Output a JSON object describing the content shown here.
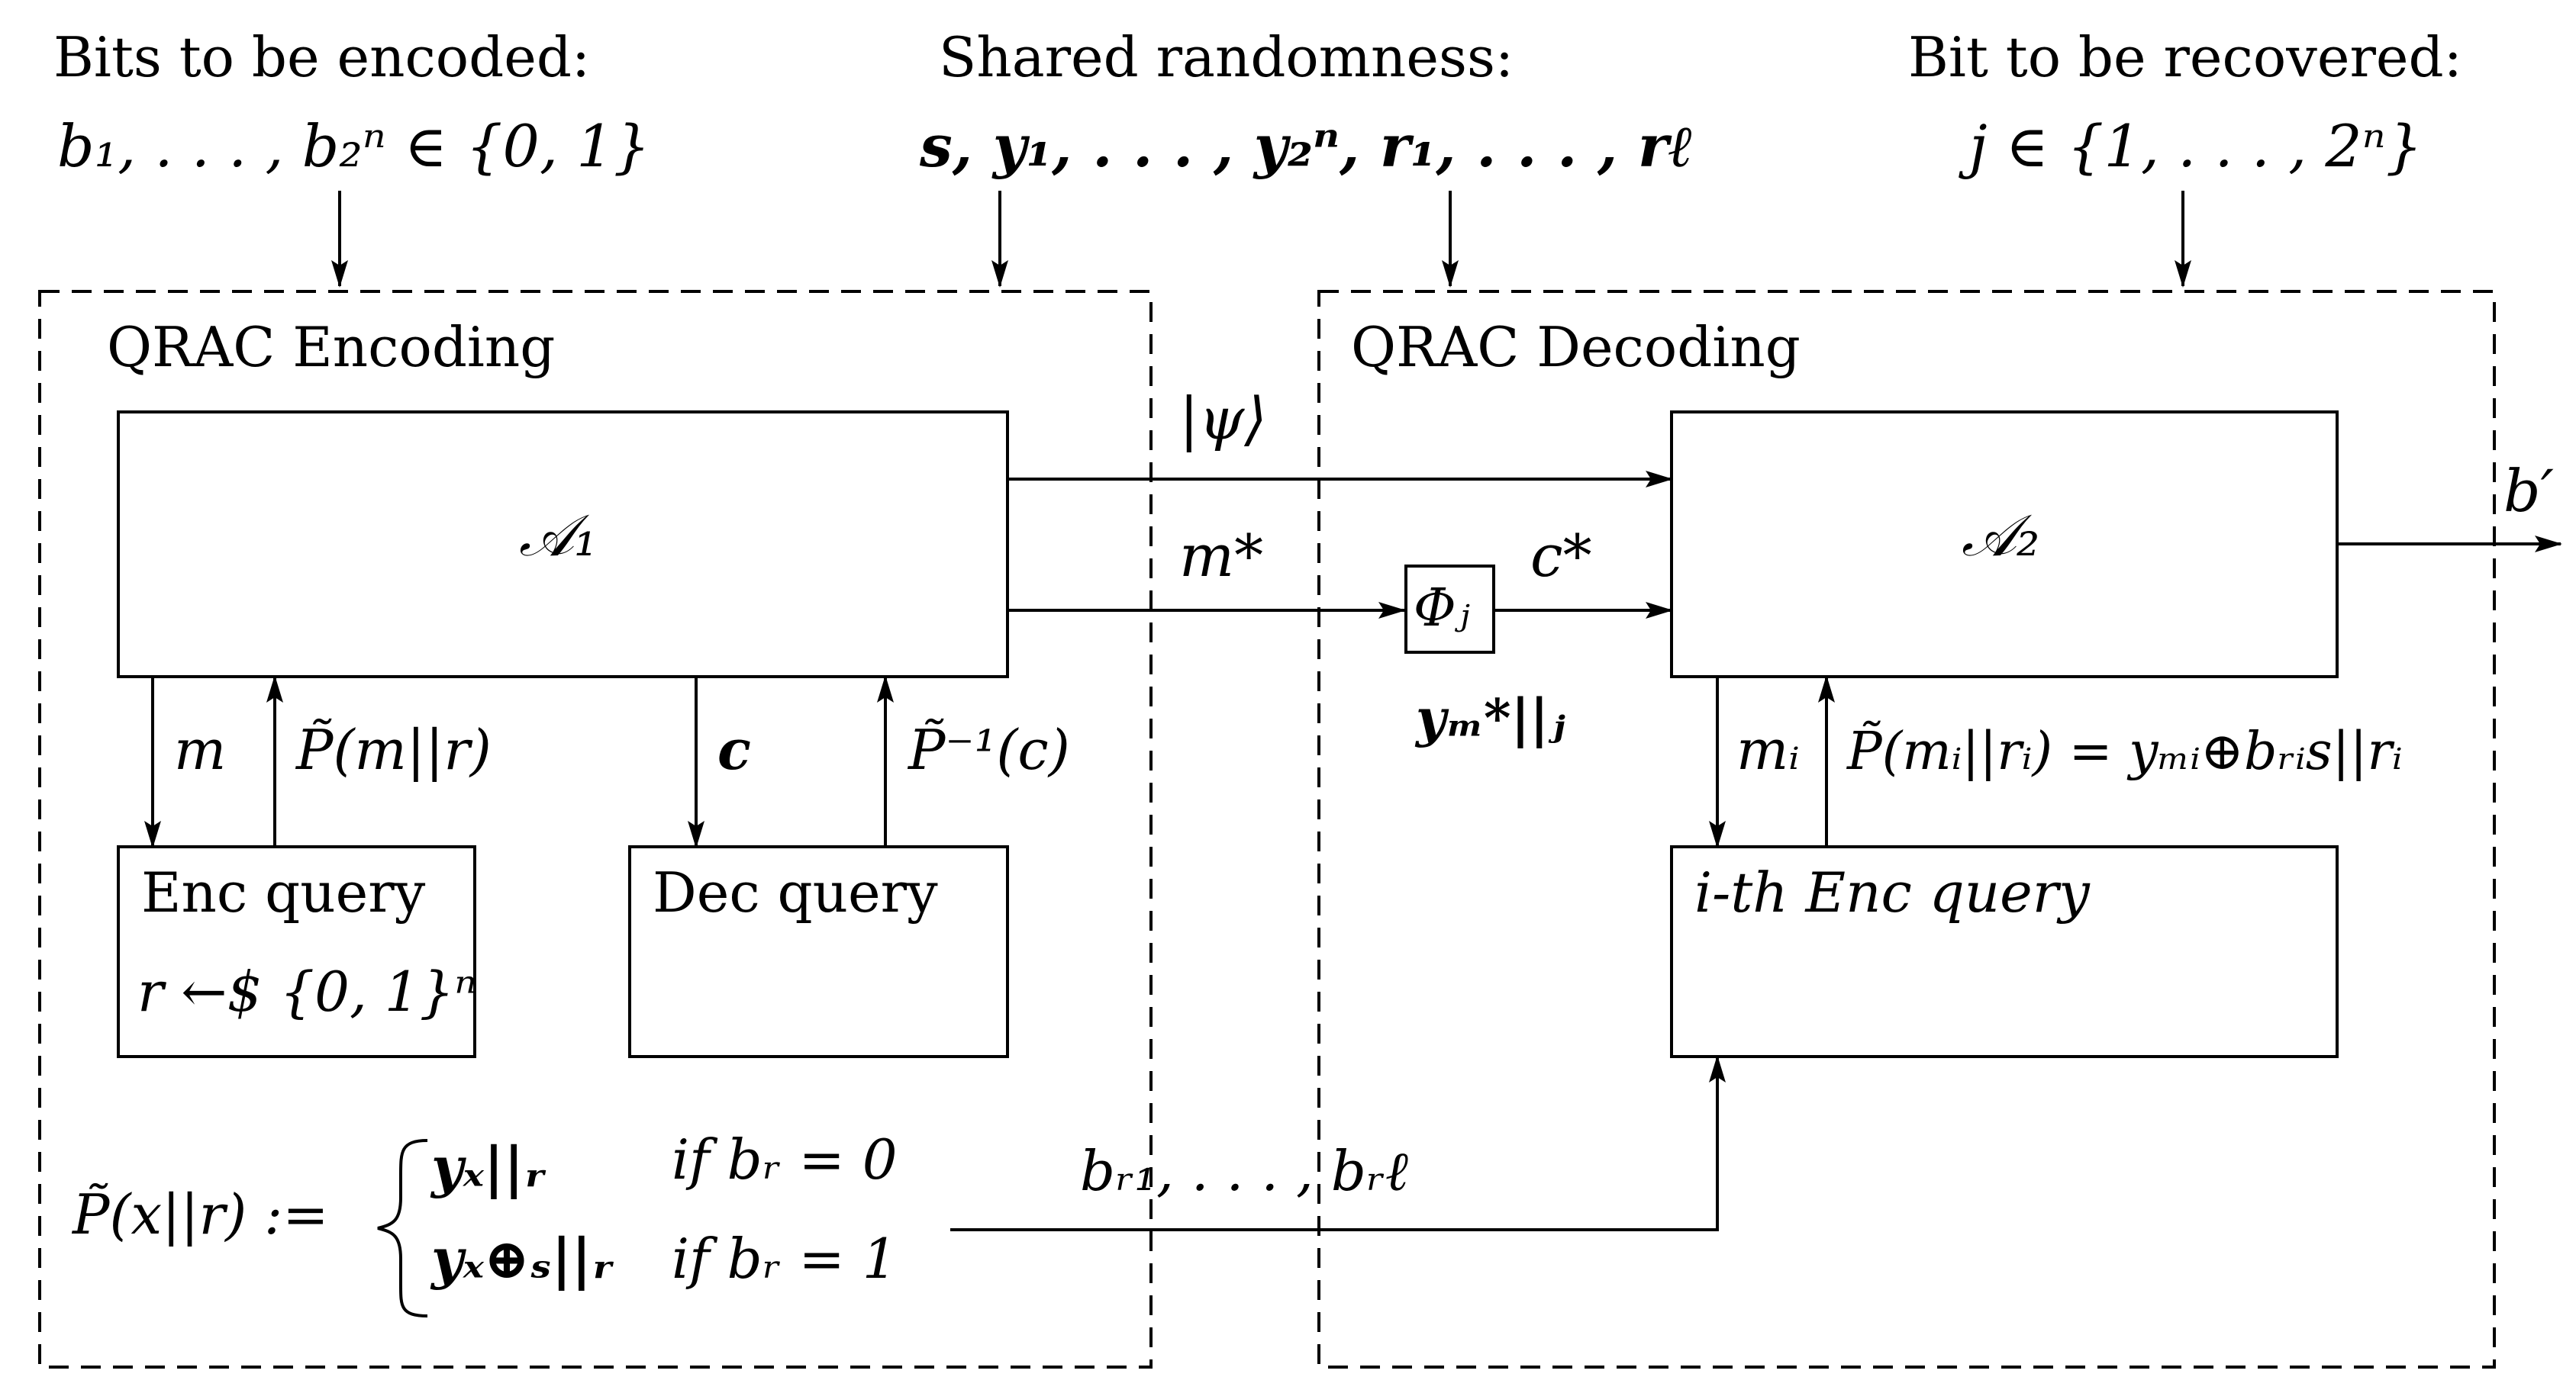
{
  "headers": {
    "bits_encoded_title": "Bits to be encoded:",
    "bits_encoded_formula": "b₁, . . . , b₂ⁿ ∈ {0, 1}",
    "shared_title": "Shared randomness:",
    "shared_formula": "s, y₁, . . . , y₂ⁿ, r₁, . . . , rℓ",
    "recover_title": "Bit to be recovered:",
    "recover_formula": "j ∈ {1, . . . , 2ⁿ}"
  },
  "encoding": {
    "title": "QRAC Encoding",
    "a1_label": "𝒜₁",
    "enc_query_label": "Enc query",
    "enc_query_sub": "r ←$ {0, 1}ⁿ",
    "dec_query_label": "Dec query",
    "arrow_m": "m",
    "arrow_p_m_r": "P̃(m||r)",
    "arrow_c": "c",
    "arrow_p_inv_c": "P̃⁻¹(c)",
    "definition_lhs": "P̃(x||r) :=",
    "case1_val": "yₓ||ᵣ",
    "case1_cond": "if bᵣ = 0",
    "case2_val": "yₓ⊕ₛ||ᵣ",
    "case2_cond": "if bᵣ = 1"
  },
  "middle": {
    "psi": "|ψ⟩",
    "m_star": "m*",
    "c_star": "c*",
    "phi": "Φⱼ",
    "y_label": "yₘ*||ⱼ",
    "b_list": "bᵣ₁, . . . , bᵣℓ"
  },
  "decoding": {
    "title": "QRAC Decoding",
    "a2_label": "𝒜₂",
    "output": "b′",
    "arrow_mi": "mᵢ",
    "arrow_p_mi": "P̃(mᵢ||rᵢ) = yₘᵢ⊕bᵣᵢs||rᵢ",
    "ith_enc_query": "i-th Enc query"
  }
}
